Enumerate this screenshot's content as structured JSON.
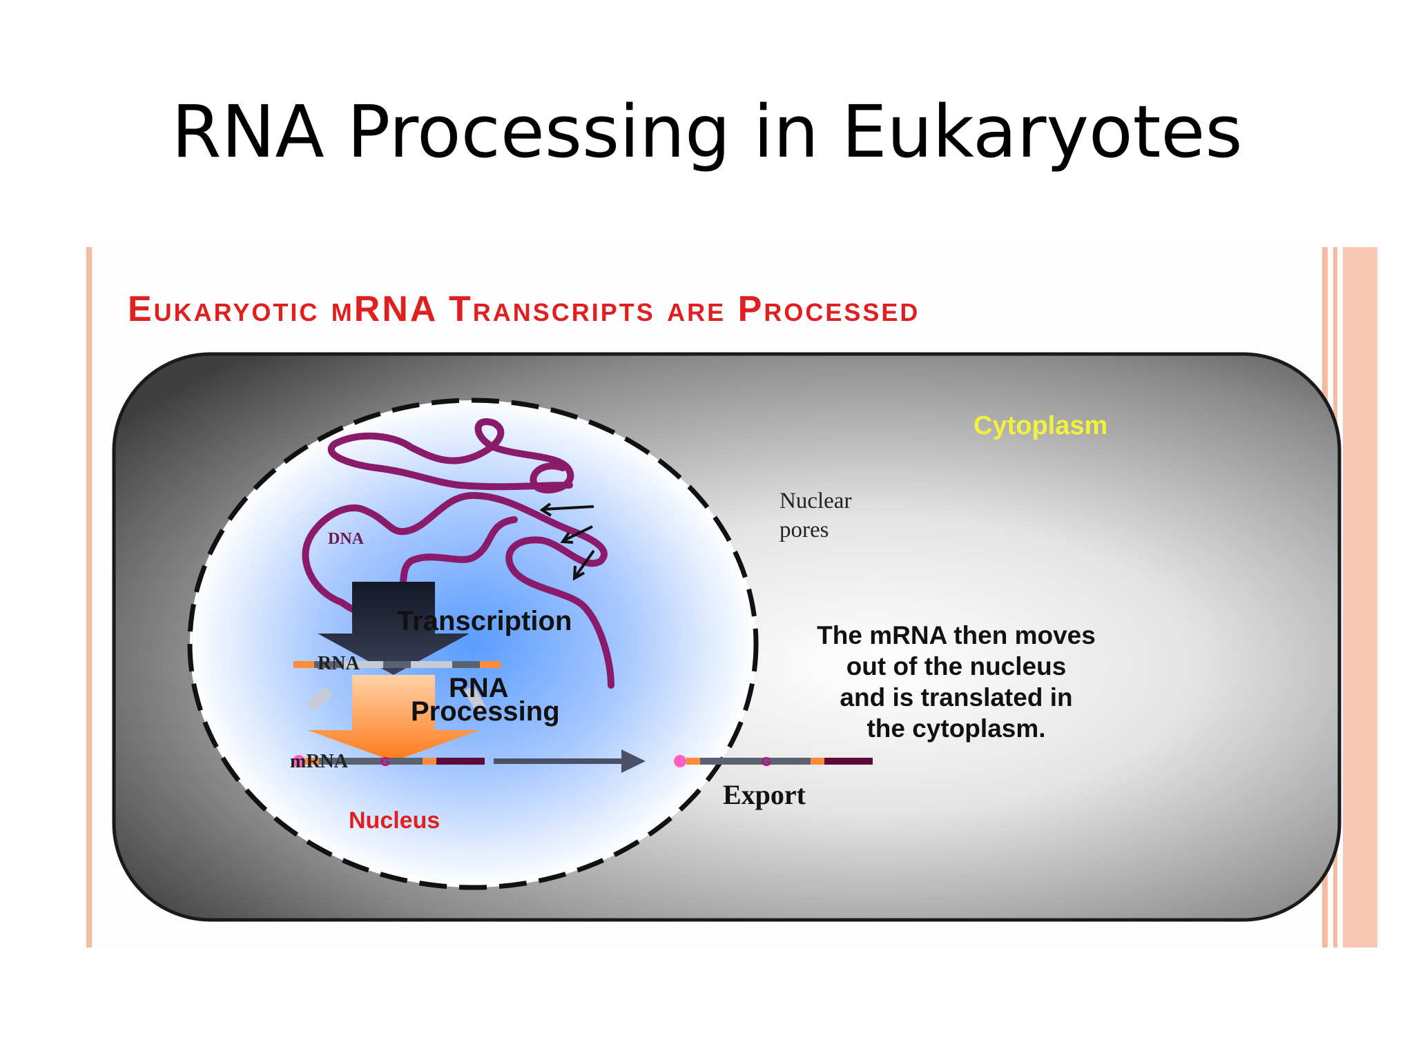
{
  "slide": {
    "title": "RNA Processing in Eukaryotes"
  },
  "figure": {
    "banner": "Eukaryotic mRNA Transcripts are Processed",
    "labels": {
      "cytoplasm": "Cytoplasm",
      "nuclear_pores_line1": "Nuclear",
      "nuclear_pores_line2": "pores",
      "dna": "DNA",
      "transcription": "Transcription",
      "rna": "RNA",
      "rna_processing_line1": "RNA",
      "rna_processing_line2": "Processing",
      "mrna": "mRNA",
      "export": "Export",
      "nucleus": "Nucleus",
      "cap_left": "G",
      "cap_right": "G"
    },
    "explanation": [
      "The mRNA then moves",
      "out of the nucleus",
      "and is translated in",
      "the cytoplasm."
    ],
    "colors": {
      "border_accent": "#f6b9a2",
      "cell_dark": "#3f3f3f",
      "nucleus_blue": "#5a9cff",
      "dna": "#8a1a6a",
      "arrow_dark": "#2a2e3d",
      "arrow_orange": "#ff7a1a",
      "strand": "#5a6170",
      "cap_pink": "#ff5fc1",
      "tail_maroon": "#5c0a3a",
      "banner_red": "#e02020",
      "cytoplasm_yellow": "#f2f23a"
    }
  }
}
